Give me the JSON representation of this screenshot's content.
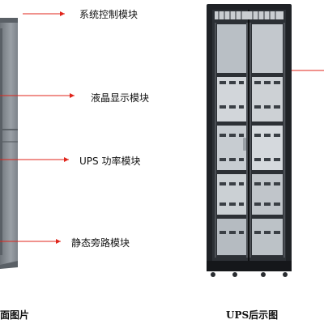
{
  "labels": {
    "system_control": "系统控制模块",
    "lcd_display": "液晶显示模块",
    "ups_power": "UPS 功率模块",
    "static_bypass": "静态旁路模块"
  },
  "captions": {
    "front_partial": "面图片",
    "rear": "UPS后示图"
  },
  "colors": {
    "arrow": "#e0251b",
    "cabinet_dark": "#1f2226",
    "cabinet_side": "#8a9096"
  }
}
